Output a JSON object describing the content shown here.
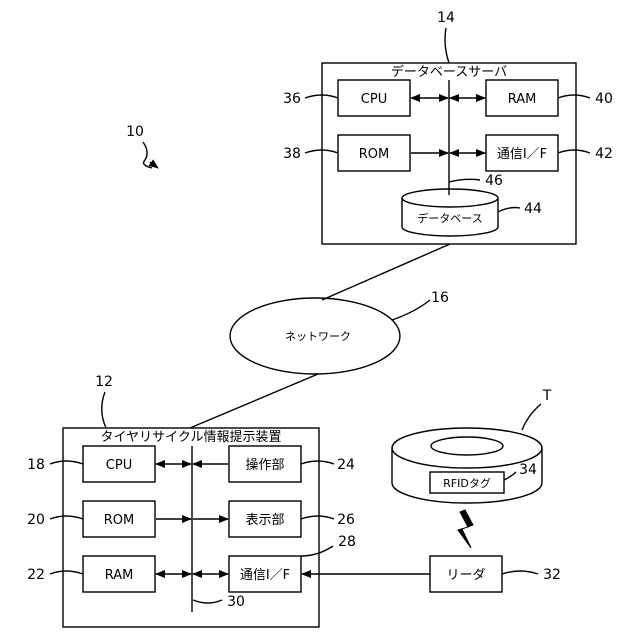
{
  "refs": {
    "system": "10",
    "device": "12",
    "server": "14",
    "network": "16",
    "dev_cpu": "18",
    "dev_rom": "20",
    "dev_ram": "22",
    "dev_op": "24",
    "dev_disp": "26",
    "dev_comm": "28",
    "dev_bus": "30",
    "reader": "32",
    "rfid": "34",
    "srv_cpu": "36",
    "srv_rom": "38",
    "srv_ram": "40",
    "srv_comm": "42",
    "srv_db": "44",
    "srv_bus": "46",
    "tire": "T"
  },
  "server": {
    "title": "データベースサーバ",
    "cpu": "CPU",
    "ram": "RAM",
    "rom": "ROM",
    "comm": "通信I／F",
    "db": "データベース"
  },
  "network": {
    "label": "ネットワーク"
  },
  "device": {
    "title": "タイヤリサイクル情報提示装置",
    "cpu": "CPU",
    "rom": "ROM",
    "ram": "RAM",
    "op": "操作部",
    "disp": "表示部",
    "comm": "通信I／F"
  },
  "tire": {
    "rfid": "RFIDタグ"
  },
  "reader": {
    "label": "リーダ"
  }
}
